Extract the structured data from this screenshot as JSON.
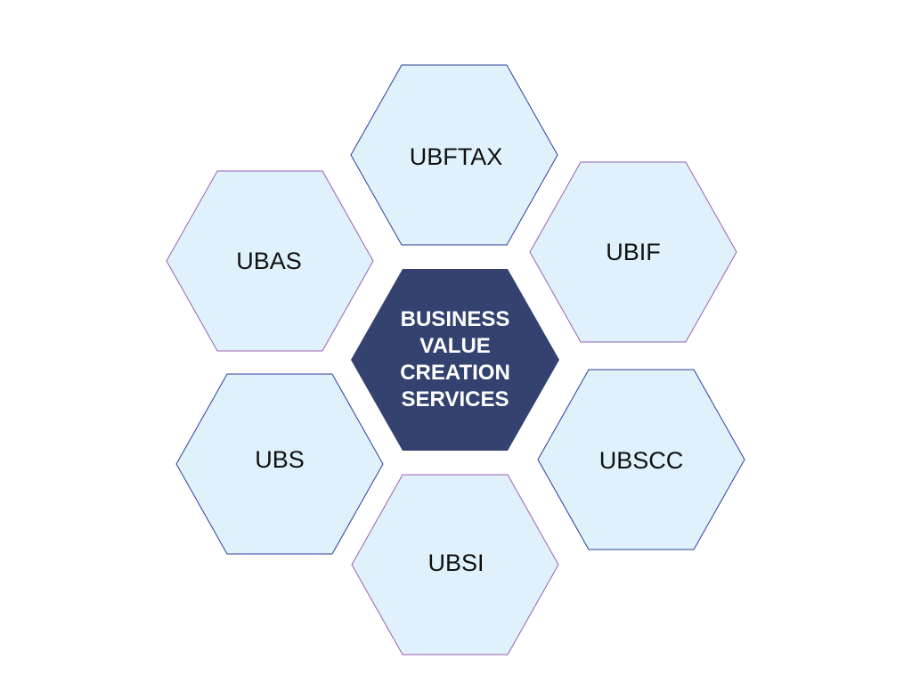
{
  "diagram": {
    "center": {
      "lines": [
        "BUSINESS",
        "VALUE",
        "CREATION",
        "SERVICES"
      ],
      "fill": "#344270"
    },
    "outer_fill": "#dff2fb",
    "nodes": [
      {
        "id": "ubftax",
        "label": "UBFTAX",
        "stroke": "#2d3e9a"
      },
      {
        "id": "ubif",
        "label": "UBIF",
        "stroke": "#9a5fb5"
      },
      {
        "id": "ubscc",
        "label": "UBSCC",
        "stroke": "#2d3e9a"
      },
      {
        "id": "ubsi",
        "label": "UBSI",
        "stroke": "#9a5fb5"
      },
      {
        "id": "ubs",
        "label": "UBS",
        "stroke": "#2d3e9a"
      },
      {
        "id": "ubas",
        "label": "UBAS",
        "stroke": "#9a5fb5"
      }
    ]
  }
}
